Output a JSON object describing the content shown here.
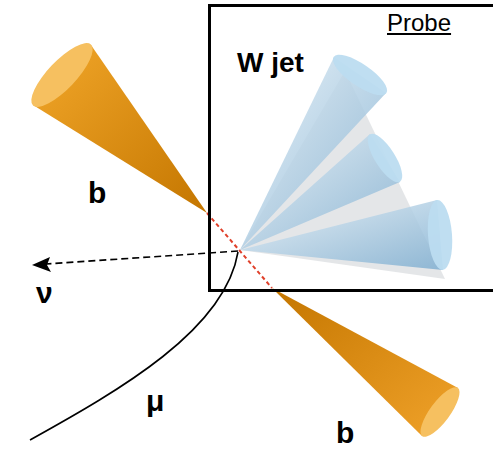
{
  "diagram": {
    "nodes": [
      {
        "text": [
          "Probe",
          "W jet"
        ]
      }
    ],
    "edges": [],
    "labels": [
      "b",
      "ν",
      "μ",
      "b"
    ]
  }
}
